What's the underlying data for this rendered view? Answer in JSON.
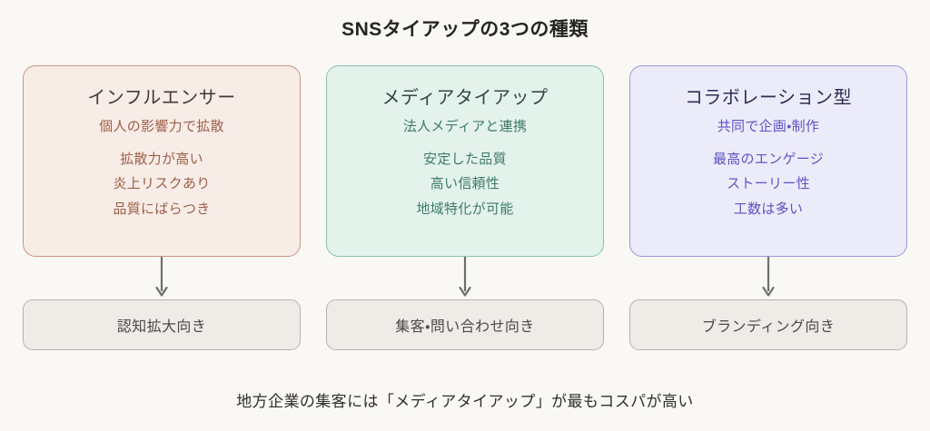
{
  "title": "SNSタイアップの3つの種類",
  "background_color": "#faf8f4",
  "columns": [
    {
      "theme": "rose",
      "accent_color": "#cb9387",
      "fill_color": "#f8ece7",
      "text_color": "#9c6048",
      "card": {
        "heading": "インフルエンサー",
        "subtitle": "個人の影響力で拡散",
        "points": [
          "拡散力が高い",
          "炎上リスクあり",
          "品質にばらつき"
        ]
      },
      "arrow_icon": "arrow-down-icon",
      "result": "認知拡大向き"
    },
    {
      "theme": "green",
      "accent_color": "#8cbfb1",
      "fill_color": "#e4f2ec",
      "text_color": "#3d7b67",
      "card": {
        "heading": "メディアタイアップ",
        "subtitle": "法人メディアと連携",
        "points": [
          "安定した品質",
          "高い信頼性",
          "地域特化が可能"
        ]
      },
      "arrow_icon": "arrow-down-icon",
      "result": "集客・問い合わせ向き"
    },
    {
      "theme": "purple",
      "accent_color": "#9b97d9",
      "fill_color": "#ecebf9",
      "text_color": "#5a55c5",
      "card": {
        "heading": "コラボレーション型",
        "subtitle": "共同で企画・制作",
        "points": [
          "最高のエンゲージ",
          "ストーリー性",
          "工数は多い"
        ]
      },
      "arrow_icon": "arrow-down-icon",
      "result": "ブランディング向き"
    }
  ],
  "footer": "地方企業の集客には「メディアタイアップ」が最もコスパが高い"
}
